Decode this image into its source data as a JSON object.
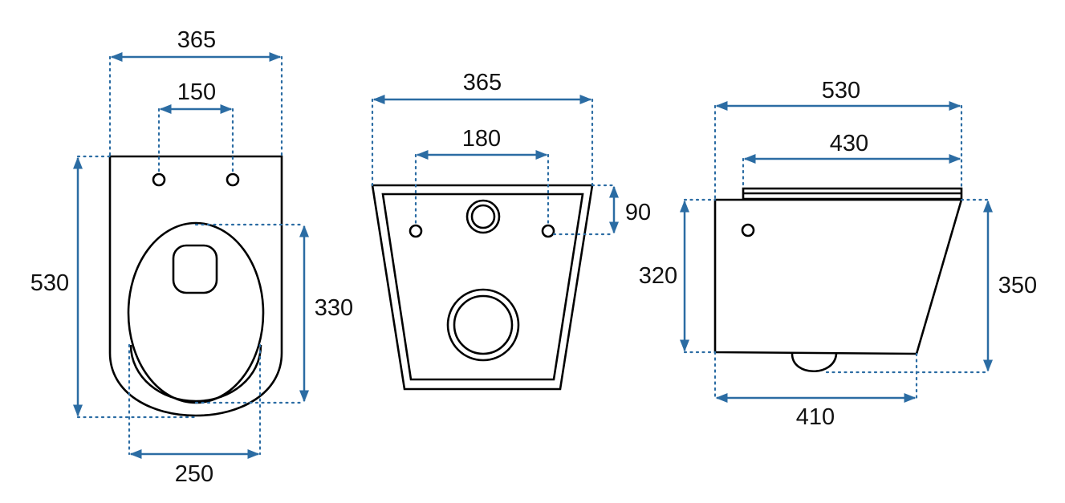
{
  "views": {
    "top": {
      "width_total": "365",
      "hole_spacing": "150",
      "length": "530",
      "seat_length": "330",
      "seat_width": "250"
    },
    "back": {
      "width_total": "365",
      "hole_spacing": "180",
      "hole_height": "90"
    },
    "side": {
      "length_total": "530",
      "seat_length": "430",
      "rear_height": "320",
      "front_height": "350",
      "base_length": "410"
    }
  },
  "colors": {
    "dimension": "#2b6ca3",
    "outline": "#000000"
  }
}
